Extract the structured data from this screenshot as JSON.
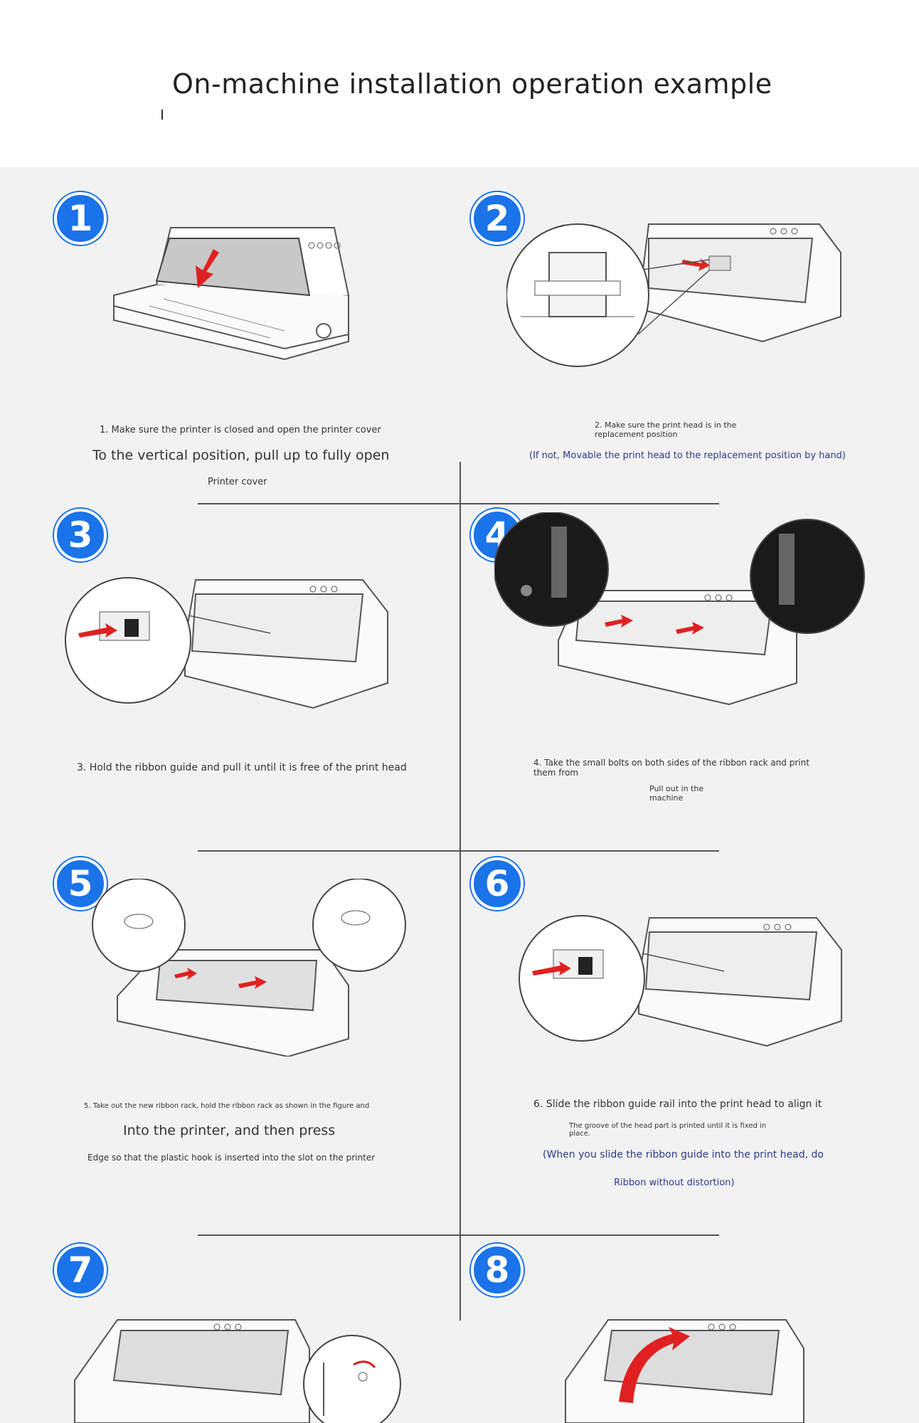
{
  "header": {
    "title": "On-machine installation operation example"
  },
  "steps": [
    {
      "number": "1",
      "lines": [
        "1. Make sure the printer is closed and open the printer cover",
        "To the vertical position, pull up to fully open",
        "Printer cover"
      ]
    },
    {
      "number": "2",
      "lines": [
        "2. Make sure the print head is in the replacement position",
        "(If not, Movable the print head to the replacement position by hand)"
      ]
    },
    {
      "number": "3",
      "lines": [
        "3. Hold the ribbon guide and pull it until it is free of the print head"
      ]
    },
    {
      "number": "4",
      "lines": [
        "4. Take the small bolts on both sides of the ribbon rack and print them from",
        "Pull out in the machine"
      ]
    },
    {
      "number": "5",
      "lines": [
        "5. Take out the new ribbon rack, hold the ribbon rack as shown in the figure and",
        "Into the printer, and then press",
        "Edge so that the plastic hook is inserted into the slot on the printer"
      ]
    },
    {
      "number": "6",
      "lines": [
        "6. Slide the ribbon guide rail into the print head to align it",
        "The groove of the head part is printed until it is fixed in place.",
        "(When you slide the ribbon guide into the print head, do",
        "Ribbon without distortion)"
      ]
    },
    {
      "number": "7",
      "lines": []
    },
    {
      "number": "8",
      "lines": []
    }
  ],
  "colors": {
    "badge": "#1a73e8",
    "panel_bg": "#f2f2f2",
    "note_text": "#2e3a8c",
    "arrow": "#e02020"
  }
}
